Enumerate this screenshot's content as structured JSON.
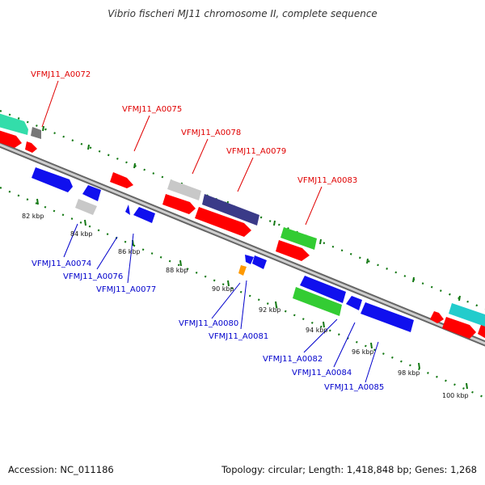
{
  "title": "Vibrio fischeri MJ11 chromosome II, complete sequence",
  "footer": {
    "accession": "Accession: NC_011186",
    "summary": "Topology: circular; Length: 1,418,848 bp; Genes: 1,268"
  },
  "kbp_labels": [
    "82 kbp",
    "84 kbp",
    "86 kbp",
    "88 kbp",
    "90 kbp",
    "92 kbp",
    "94 kbp",
    "96 kbp",
    "98 kbp",
    "100 kbp"
  ],
  "gene_labels": {
    "forward": [
      "VFMJ11_A0072",
      "VFMJ11_A0075",
      "VFMJ11_A0078",
      "VFMJ11_A0079",
      "VFMJ11_A0083"
    ],
    "reverse": [
      "VFMJ11_A0074",
      "VFMJ11_A0076",
      "VFMJ11_A0077",
      "VFMJ11_A0080",
      "VFMJ11_A0081",
      "VFMJ11_A0082",
      "VFMJ11_A0084",
      "VFMJ11_A0085"
    ]
  },
  "colors": {
    "red": "#ff0000",
    "blue": "#1010ee",
    "green": "#33cc33",
    "cyan": "#22cccc",
    "mint": "#33ddaa",
    "gray": "#c8c8c8",
    "darkgray": "#777777",
    "navy": "#3a3a88",
    "orange": "#ff9900",
    "dot": "#117711",
    "label_red": "#e00000",
    "label_blue": "#0000cc"
  }
}
